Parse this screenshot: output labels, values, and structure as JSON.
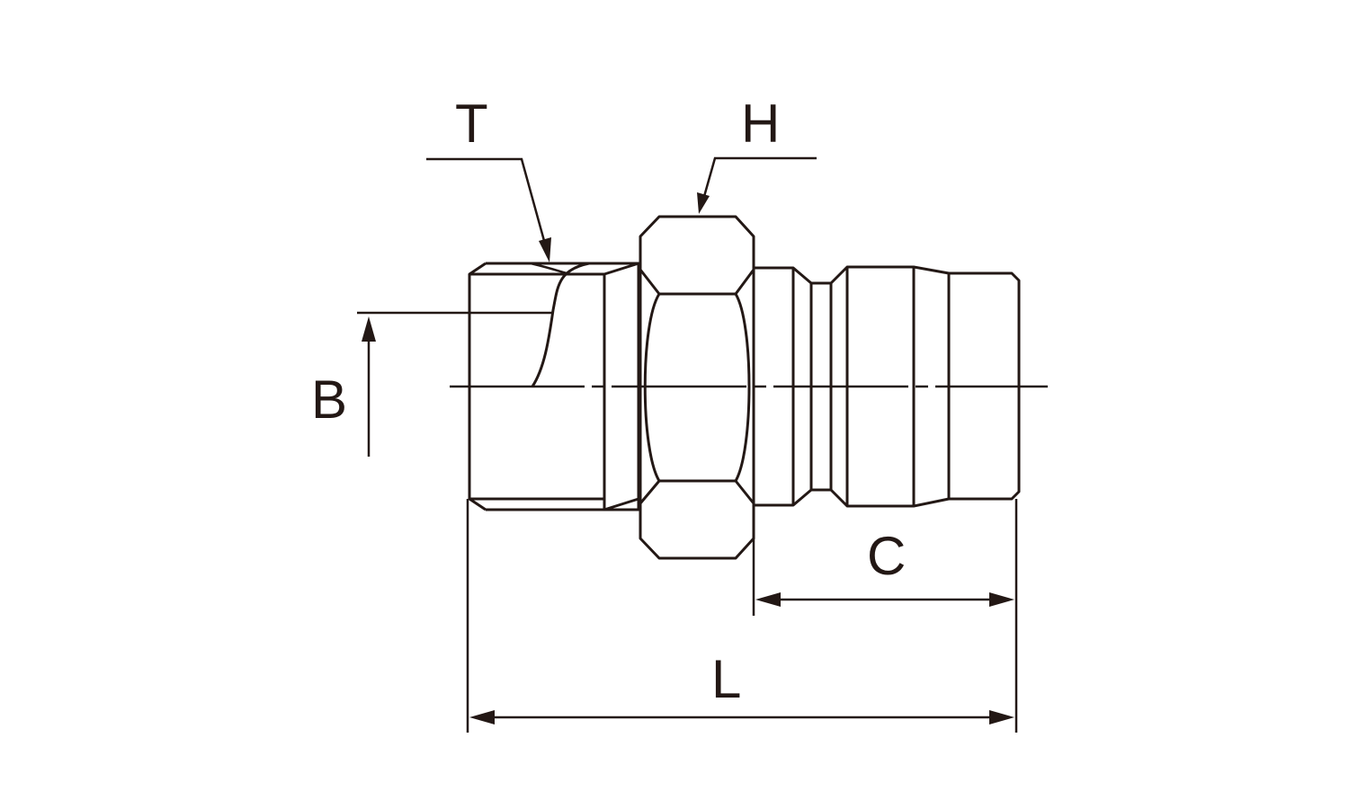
{
  "drawing": {
    "labels": {
      "thread": "T",
      "hex": "H",
      "bore": "B",
      "plug_length": "C",
      "overall_length": "L"
    },
    "line_color": "#231815",
    "background": "#ffffff"
  }
}
